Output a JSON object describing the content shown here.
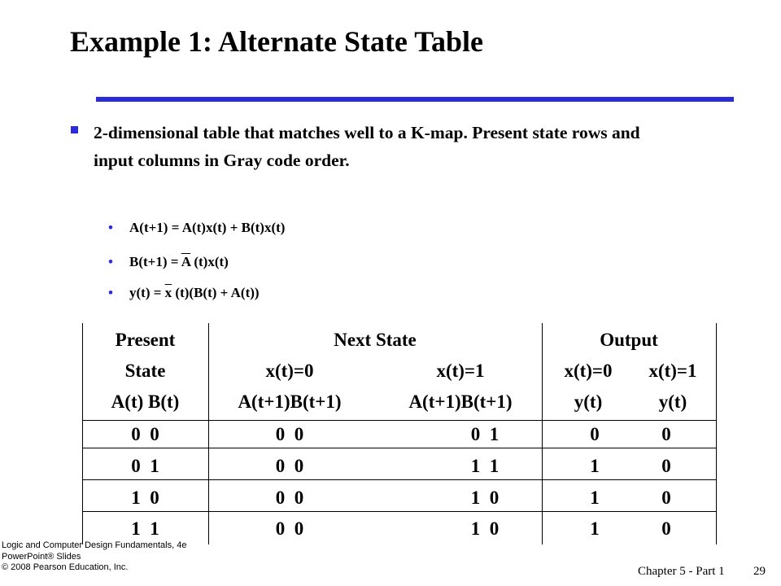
{
  "slide": {
    "title": "Example 1: Alternate State Table",
    "bullet": "2-dimensional table that matches well to a K-map. Present state rows and input columns in Gray code order.",
    "sub1": "A(t+1) = A(t)x(t) + B(t)x(t)",
    "sub2_pre": "B(t+1) = ",
    "sub2_bar": "A",
    "sub2_post": " (t)x(t)",
    "sub3_pre": "y(t) = ",
    "sub3_bar": "x",
    "sub3_post": " (t)(B(t) + A(t))"
  },
  "table": {
    "h_present_1": "Present",
    "h_present_2": "State",
    "h_present_3": "A(t) B(t)",
    "h_next": "Next State",
    "h_x0": "x(t)=0",
    "h_x1": "x(t)=1",
    "h_ab0": "A(t+1)B(t+1)",
    "h_ab1": "A(t+1)B(t+1)",
    "h_output": "Output",
    "h_ox0": "x(t)=0",
    "h_ox1": "x(t)=1",
    "h_y0": "y(t)",
    "h_y1": "y(t)",
    "rows": [
      {
        "ps": "0  0",
        "n0": "0  0",
        "n1": "0  1",
        "y0": "0",
        "y1": "0"
      },
      {
        "ps": "0  1",
        "n0": "0  0",
        "n1": "1  1",
        "y0": "1",
        "y1": "0"
      },
      {
        "ps": "1  0",
        "n0": "0  0",
        "n1": "1  0",
        "y0": "1",
        "y1": "0"
      },
      {
        "ps": "1  1",
        "n0": "0  0",
        "n1": "1  0",
        "y0": "1",
        "y1": "0"
      }
    ]
  },
  "footer": {
    "line1": "Logic and Computer Design Fundamentals, 4e",
    "line2": "PowerPoint® Slides",
    "line3": "© 2008 Pearson Education, Inc.",
    "chapter": "Chapter 5 - Part 1",
    "page": "29"
  },
  "colors": {
    "accent": "#2b2bd8"
  }
}
